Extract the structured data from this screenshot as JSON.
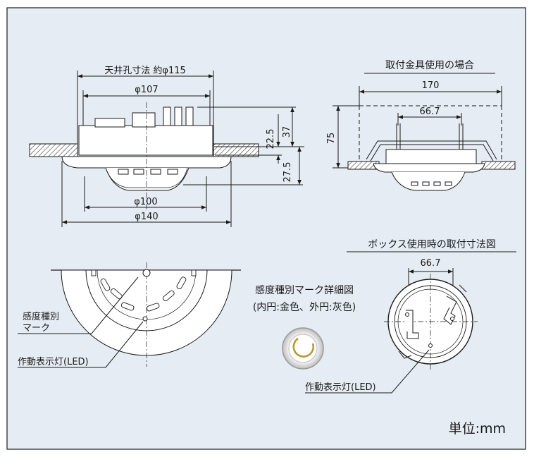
{
  "colors": {
    "frame_bg": "#e6ecf3",
    "line": "#1a1a1a",
    "hatch": "#555555",
    "accent": "#b89a2c"
  },
  "side_view": {
    "ceiling_hole_label": "天井孔寸法 約φ115",
    "d107": "φ107",
    "d100": "φ100",
    "d140": "φ140",
    "h37": "37",
    "h22_5": "22.5",
    "h27_5": "27.5"
  },
  "bracket_view": {
    "title": "取付金具使用の場合",
    "w170": "170",
    "w66_7": "66.7",
    "h75": "75"
  },
  "bottom_view": {
    "sensor_mark_label_line1": "感度種別",
    "sensor_mark_label_line2": "マーク",
    "led_label": "作動表示灯(LED)"
  },
  "mark_detail": {
    "title": "感度種別マーク詳細図",
    "subtitle": "(内円:金色、外円:灰色)"
  },
  "box_view": {
    "title": "ボックス使用時の取付寸法図",
    "w66_7": "66.7",
    "led_label": "作動表示灯(LED)"
  },
  "unit_label": "単位:mm"
}
